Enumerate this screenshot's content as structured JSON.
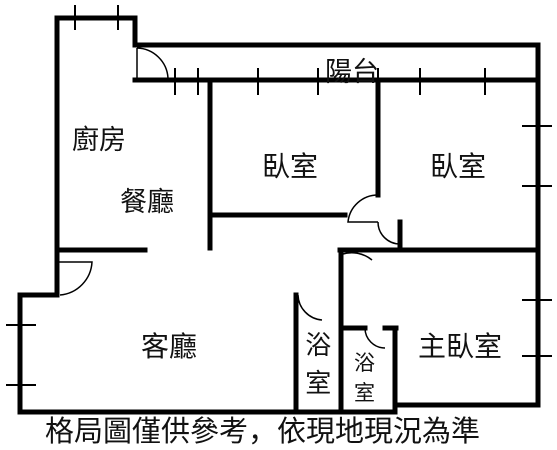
{
  "rooms": {
    "balcony": "陽台",
    "kitchen": "廚房",
    "dining": "餐廳",
    "bedroom_1": "臥室",
    "bedroom_2": "臥室",
    "living": "客廳",
    "bath_1": "浴室",
    "bath_2": "浴室",
    "master_bedroom": "主臥室"
  },
  "disclaimer": "格局圖僅供參考，依現地現況為準"
}
